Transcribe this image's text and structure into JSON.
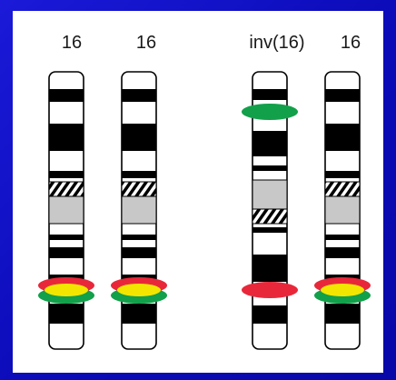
{
  "labels": {
    "chr1": "16",
    "chr2": "16",
    "chr3": "inv(16)",
    "chr4": "16"
  },
  "colors": {
    "background": "#1010c8",
    "panel": "#ffffff",
    "band_dark": "#000000",
    "band_gray": "#c8c8c8",
    "probe_green": "#12a04a",
    "probe_red": "#e8283a",
    "probe_yellow": "#f2e600"
  }
}
